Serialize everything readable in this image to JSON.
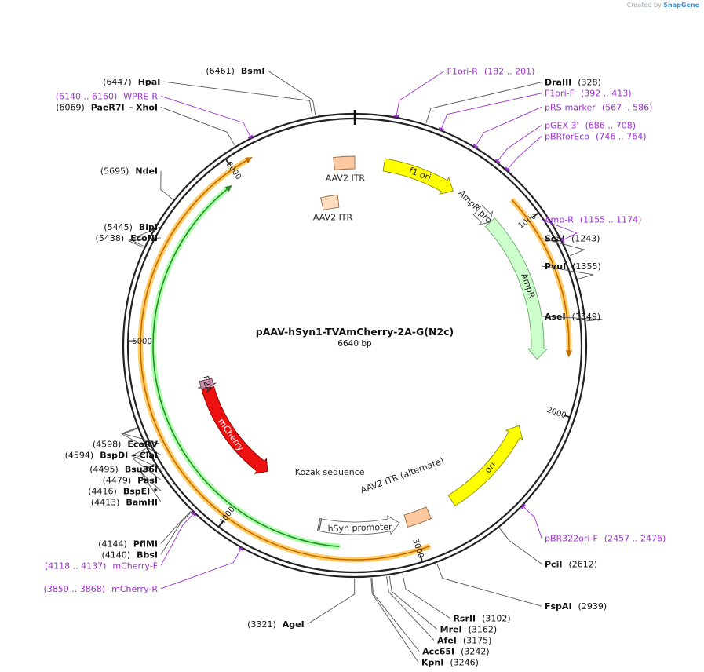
{
  "credit": {
    "prefix": "Created by",
    "brand": "SnapGene"
  },
  "plasmid": {
    "name": "pAAV-hSyn1-TVAmCherry-2A-G(N2c)",
    "size_label": "6640 bp",
    "length": 6640
  },
  "tick_labels": [
    {
      "bp": 1000,
      "text": "1000"
    },
    {
      "bp": 2000,
      "text": "2000"
    },
    {
      "bp": 3000,
      "text": "3000"
    },
    {
      "bp": 4000,
      "text": "4000"
    },
    {
      "bp": 5000,
      "text": "5000"
    },
    {
      "bp": 6000,
      "text": "6000"
    }
  ],
  "features": [
    {
      "name": "f1 ori",
      "start": 170,
      "end": 600,
      "strand": 1,
      "ring": "inner1",
      "color": "#ffff00",
      "stroke": "#8a8a00",
      "label_on_arrow": true
    },
    {
      "name": "AmpR promoter",
      "start": 780,
      "end": 880,
      "strand": 1,
      "ring": "inner1",
      "color": "#ffffff",
      "stroke": "#666666",
      "label_on_arrow": true
    },
    {
      "name": "AmpR",
      "start": 880,
      "end": 1740,
      "strand": 1,
      "ring": "inner1",
      "color": "#ccffcc",
      "stroke": "#6aa86a",
      "label_on_arrow": true
    },
    {
      "name": "ori",
      "start": 2140,
      "end": 2730,
      "strand": -1,
      "ring": "inner1",
      "color": "#ffff00",
      "stroke": "#8a8a00",
      "label_on_arrow": true
    },
    {
      "name": "AAV2 ITR (alternate)",
      "start": 2880,
      "end": 3020,
      "strand": 0,
      "ring": "inner1",
      "color": "#fbc8a0",
      "stroke": "#9c6a44",
      "label_on_arrow": true
    },
    {
      "name": "hSyn promoter",
      "start": 3060,
      "end": 3520,
      "strand": -1,
      "ring": "inner1",
      "color": "#ffffff",
      "stroke": "#666666",
      "label_on_arrow": true
    },
    {
      "name": "Kozak sequence",
      "start": 3520,
      "end": 3530,
      "strand": 0,
      "ring": "inner1",
      "color": "#bbbbbb",
      "stroke": "#444444",
      "label_on_arrow": false
    },
    {
      "name": "mCherry",
      "start": 3960,
      "end": 4680,
      "strand": -1,
      "ring": "inner2",
      "color": "#ee1111",
      "stroke": "#880000",
      "label_on_arrow": true
    },
    {
      "name": "F2A",
      "start": 4680,
      "end": 4740,
      "strand": -1,
      "ring": "inner2",
      "color": "#c98eab",
      "stroke": "#6a3a55",
      "label_on_arrow": true
    },
    {
      "name": "AAV2 ITR",
      "start": 6520,
      "end": 6640,
      "strand": 0,
      "ring": "inner1",
      "color": "#fbc8a0",
      "stroke": "#9c6a44",
      "label_on_arrow": true
    },
    {
      "name": "AAV2 ITR",
      "start": 6400,
      "end": 6520,
      "strand": 0,
      "ring": "inner1b",
      "color": "#fddcbf",
      "stroke": "#9c6a44",
      "label_on_arrow": true
    }
  ],
  "long_features": [
    {
      "name": "orange-outer-arc",
      "start": 870,
      "end": 1700,
      "color": "#ffcc66",
      "line": "#c46a00",
      "ring": "outerband"
    },
    {
      "name": "orange-lower-arc",
      "start": 2940,
      "end": 6095,
      "color": "#ffcc66",
      "line": "#c46a00",
      "ring": "outerband"
    },
    {
      "name": "green-arc",
      "start": 3400,
      "end": 5930,
      "color": "#aaffaa",
      "line": "#2a8a2a",
      "ring": "greenband"
    }
  ],
  "primer_color": "#9b30d0",
  "primers": [
    {
      "name": "F1ori-R",
      "range": "(182 .. 201)",
      "pos": 190
    },
    {
      "name": "F1ori-F",
      "range": "(392 .. 413)",
      "pos": 402
    },
    {
      "name": "pRS-marker",
      "range": "(567 .. 586)",
      "pos": 576
    },
    {
      "name": "pGEX 3'",
      "range": "(686 .. 708)",
      "pos": 697
    },
    {
      "name": "pBRforEco",
      "range": "(746 .. 764)",
      "pos": 755
    },
    {
      "name": "Amp-R",
      "range": "(1155 .. 1174)",
      "pos": 1165
    },
    {
      "name": "pBR322ori-F",
      "range": "(2457 .. 2476)",
      "pos": 2466
    },
    {
      "name": "mCherry-R",
      "range": "(3850 .. 3868)",
      "pos": 3859
    },
    {
      "name": "mCherry-F",
      "range": "(4118 .. 4137)",
      "pos": 4127
    },
    {
      "name": "WPRE-R",
      "range": "(6140 .. 6160)",
      "pos": 6150
    }
  ],
  "enzymes": [
    {
      "name": "DraIII",
      "pos_label": "(328)",
      "pos": 328
    },
    {
      "name": "ScaI",
      "pos_label": "(1243)",
      "pos": 1243
    },
    {
      "name": "PvuI",
      "pos_label": "(1355)",
      "pos": 1355
    },
    {
      "name": "AseI",
      "pos_label": "(1549)",
      "pos": 1549
    },
    {
      "name": "PciI",
      "pos_label": "(2612)",
      "pos": 2612
    },
    {
      "name": "FspAI",
      "pos_label": "(2939)",
      "pos": 2939
    },
    {
      "name": "RsrII",
      "pos_label": "(3102)",
      "pos": 3102
    },
    {
      "name": "MreI",
      "pos_label": "(3162)",
      "pos": 3162
    },
    {
      "name": "AfeI",
      "pos_label": "(3175)",
      "pos": 3175
    },
    {
      "name": "Acc65I",
      "pos_label": "(3242)",
      "pos": 3242
    },
    {
      "name": "KpnI",
      "pos_label": "(3246)",
      "pos": 3246
    },
    {
      "name": "AgeI",
      "pos_label": "(3321)",
      "pos": 3321
    },
    {
      "name": "BbsI",
      "pos_label": "(4140)",
      "pos": 4140
    },
    {
      "name": "PflMI",
      "pos_label": "(4144)",
      "pos": 4144
    },
    {
      "name": "BamHI",
      "pos_label": "(4413)",
      "pos": 4413
    },
    {
      "name": "BspEI",
      "suffix": "*",
      "pos_label": "(4416)",
      "pos": 4416
    },
    {
      "name": "PasI",
      "pos_label": "(4479)",
      "pos": 4479
    },
    {
      "name": "Bsu36I",
      "pos_label": "(4495)",
      "pos": 4495
    },
    {
      "name": "BspDI",
      "extra": "ClaI",
      "pos_label": "(4594)",
      "pos": 4594
    },
    {
      "name": "EcoRV",
      "pos_label": "(4598)",
      "pos": 4598
    },
    {
      "name": "EcoNI",
      "pos_label": "(5438)",
      "pos": 5438
    },
    {
      "name": "BlpI",
      "pos_label": "(5445)",
      "pos": 5445
    },
    {
      "name": "NdeI",
      "pos_label": "(5695)",
      "pos": 5695
    },
    {
      "name": "PaeR7I",
      "extra": "XhoI",
      "pos_label": "(6069)",
      "pos": 6069
    },
    {
      "name": "HpaI",
      "pos_label": "(6447)",
      "pos": 6447
    },
    {
      "name": "BsmI",
      "pos_label": "(6461)",
      "pos": 6461
    }
  ]
}
